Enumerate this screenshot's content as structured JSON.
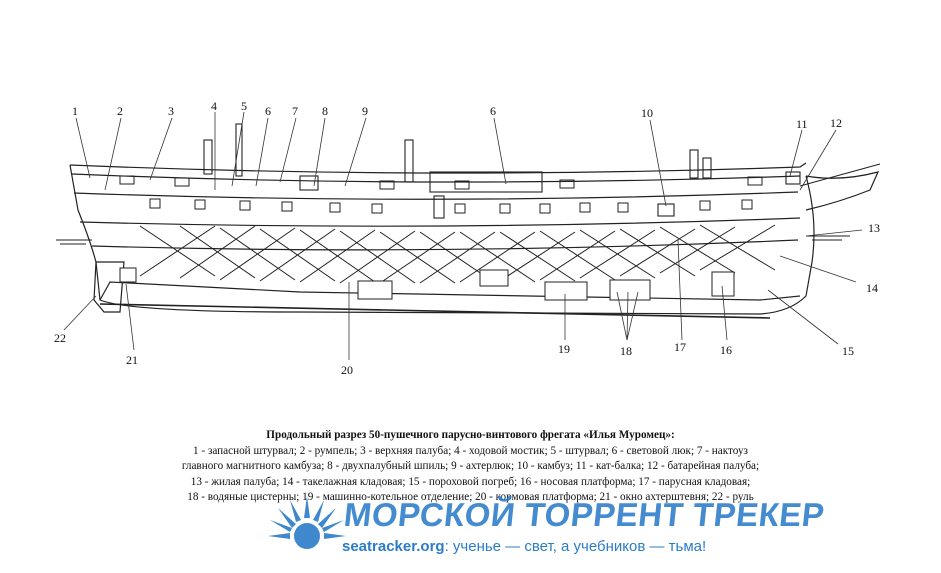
{
  "callouts": [
    "1",
    "2",
    "3",
    "4",
    "5",
    "6",
    "7",
    "8",
    "9",
    "6",
    "10",
    "11",
    "12",
    "13",
    "14",
    "15",
    "16",
    "17",
    "18",
    "19",
    "20",
    "21",
    "22"
  ],
  "caption": {
    "title": "Продольный разрез 50-пушечного парусно-винтового фрегата «Илья Муромец»:",
    "line1": "1 - запасной штурвал; 2 - румпель; 3 - верхняя палуба; 4 - ходовой мостик; 5 - штурвал; 6 - световой люк; 7 - нактоуз",
    "line2": "главного магнитного камбуза; 8 - двухпалубный шпиль; 9 - ахтерлюк; 10 - камбуз; 11 - кат-балка; 12 - батарейная палуба;",
    "line3": "13 - жилая палуба; 14 - такелажная кладовая; 15 - пороховой погреб; 16 - носовая платформа; 17 - парусная кладовая;",
    "line4": "18 - водяные цистерны; 19 - машинно-котельное отделение; 20 - кормовая платформа; 21 - окно ахтерштевня; 22 - руль"
  },
  "watermark": {
    "title": "МОРСКОЙ ТОРРЕНТ ТРЕКЕР",
    "site": "seatracker.org",
    "tagline": ": ученье — свет, а учебников — тьма!",
    "color": "#2b7cc9"
  }
}
